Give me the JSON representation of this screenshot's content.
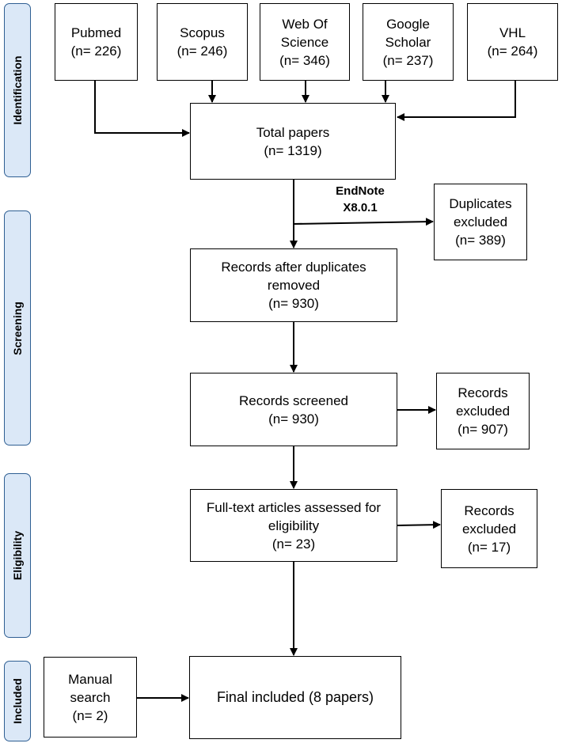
{
  "phases": {
    "identification": "Identification",
    "screening": "Screening",
    "eligibility": "Eligibility",
    "included": "Included"
  },
  "sources": [
    {
      "name": "Pubmed",
      "count": "(n= 226)"
    },
    {
      "name": "Scopus",
      "count": "(n= 246)"
    },
    {
      "name_line1": "Web Of",
      "name_line2": "Science",
      "count": "(n= 346)"
    },
    {
      "name_line1": "Google",
      "name_line2": "Scholar",
      "count": "(n= 237)"
    },
    {
      "name": "VHL",
      "count": "(n= 264)"
    }
  ],
  "total": {
    "label": "Total papers",
    "count": "(n= 1319)"
  },
  "tool": {
    "line1": "EndNote",
    "line2": "X8.0.1"
  },
  "duplicates": {
    "line1": "Duplicates",
    "line2": "excluded",
    "count": "(n= 389)"
  },
  "after_duplicates": {
    "line1": "Records after duplicates",
    "line2": "removed",
    "count": "(n= 930)"
  },
  "screened": {
    "label": "Records screened",
    "count": "(n= 930)"
  },
  "screened_excluded": {
    "line1": "Records",
    "line2": "excluded",
    "count": "(n= 907)"
  },
  "fulltext": {
    "line1": "Full-text articles assessed for",
    "line2": "eligibility",
    "count": "(n= 23)"
  },
  "fulltext_excluded": {
    "line1": "Records",
    "line2": "excluded",
    "count": "(n= 17)"
  },
  "manual": {
    "line1": "Manual",
    "line2": "search",
    "count": "(n= 2)"
  },
  "final": {
    "label": "Final included (8 papers)"
  },
  "colors": {
    "phase_fill": "#dbe8f7",
    "phase_border": "#2f5f93",
    "line": "#000000"
  }
}
